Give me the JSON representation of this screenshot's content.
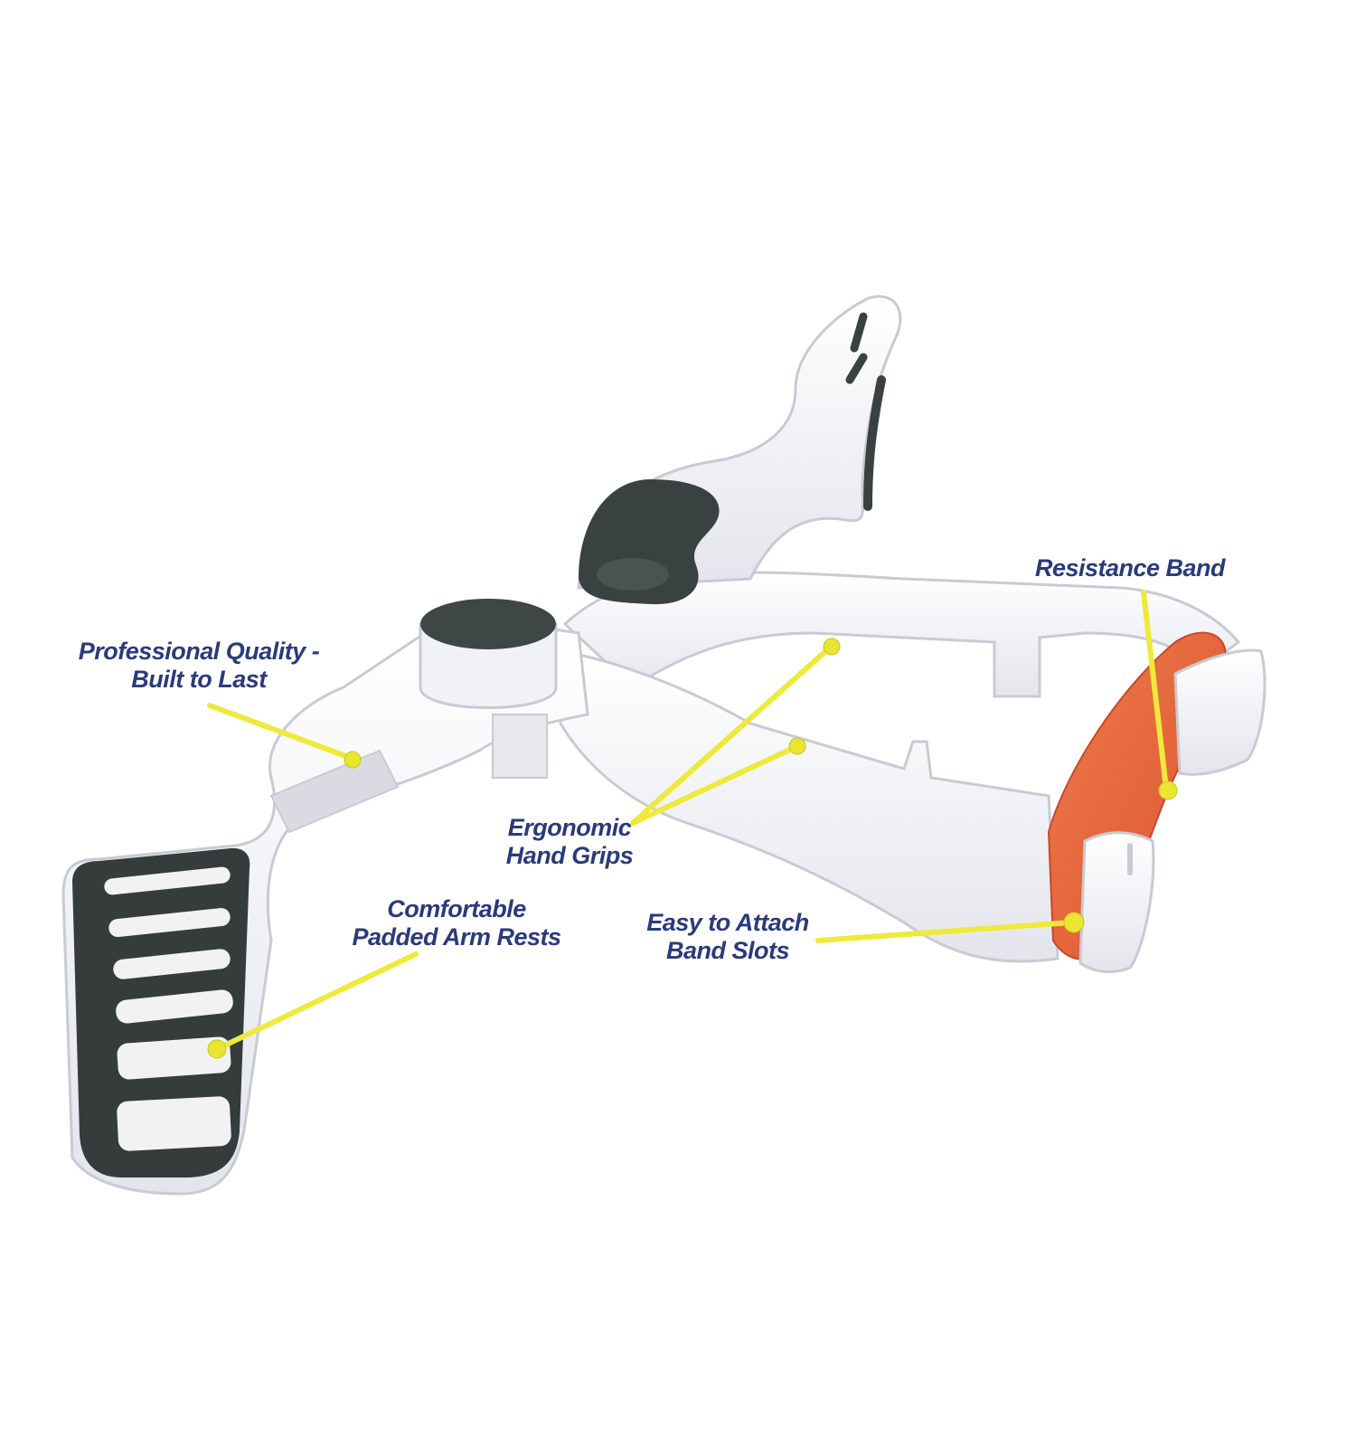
{
  "colors": {
    "label_text": "#2b3a78",
    "leader_line": "#eeea3c",
    "leader_dot": "#e9e530",
    "frame_white": "#f4f4f7",
    "frame_shadow": "#cfd0d8",
    "pad_dark": "#3a4241",
    "band_orange": "#e8623a"
  },
  "callouts": {
    "professional": {
      "line1": "Professional Quality -",
      "line2": "Built to Last"
    },
    "comfortable": {
      "line1": "Comfortable",
      "line2": "Padded Arm Rests"
    },
    "ergonomic": {
      "line1": "Ergonomic",
      "line2": "Hand Grips"
    },
    "easy_attach": {
      "line1": "Easy to Attach",
      "line2": "Band Slots"
    },
    "resistance": {
      "line1": "Resistance Band"
    }
  }
}
